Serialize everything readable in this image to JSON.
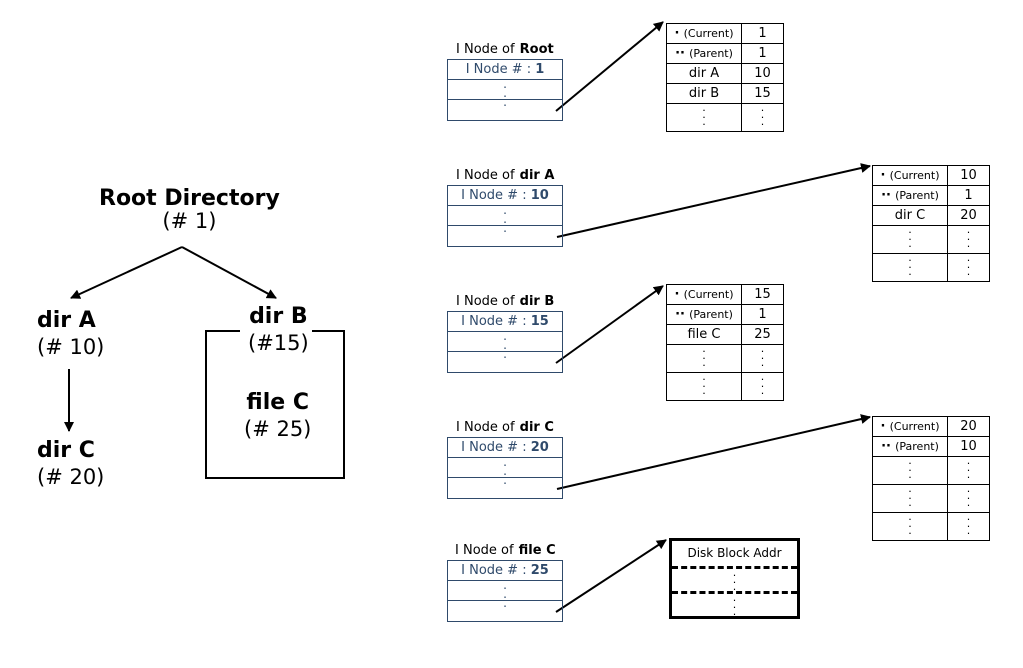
{
  "tree": {
    "root": {
      "name": "Root Directory",
      "num": "(# 1)"
    },
    "dirA": {
      "name": "dir A",
      "num": "(# 10)"
    },
    "dirB": {
      "name": "dir B",
      "num": "(#15)"
    },
    "fileC": {
      "name": "file C",
      "num": "(# 25)"
    },
    "dirC": {
      "name": "dir C",
      "num": "(# 20)"
    }
  },
  "inodes": [
    {
      "title_prefix": "I Node of",
      "title_bold": "Root",
      "num_label": "I Node # :",
      "num": "1"
    },
    {
      "title_prefix": "I Node of",
      "title_bold": "dir A",
      "num_label": "I Node # :",
      "num": "10"
    },
    {
      "title_prefix": "I Node of",
      "title_bold": "dir B",
      "num_label": "I Node # :",
      "num": "15"
    },
    {
      "title_prefix": "I Node of",
      "title_bold": "dir C",
      "num_label": "I Node # :",
      "num": "20"
    },
    {
      "title_prefix": "I Node of",
      "title_bold": "file C",
      "num_label": "I Node # :",
      "num": "25"
    }
  ],
  "dir_tables": {
    "root": [
      {
        "name": "(Current)",
        "num": "1"
      },
      {
        "name": "(Parent)",
        "num": "1"
      },
      {
        "name": "dir A",
        "num": "10"
      },
      {
        "name": "dir B",
        "num": "15"
      }
    ],
    "dirA": [
      {
        "name": "(Current)",
        "num": "10"
      },
      {
        "name": "(Parent)",
        "num": "1"
      },
      {
        "name": "dir C",
        "num": "20"
      }
    ],
    "dirB": [
      {
        "name": "(Current)",
        "num": "15"
      },
      {
        "name": "(Parent)",
        "num": "1"
      },
      {
        "name": "file C",
        "num": "25"
      }
    ],
    "dirC": [
      {
        "name": "(Current)",
        "num": "20"
      },
      {
        "name": "(Parent)",
        "num": "10"
      }
    ]
  },
  "disk_block": {
    "title": "Disk Block Addr"
  }
}
